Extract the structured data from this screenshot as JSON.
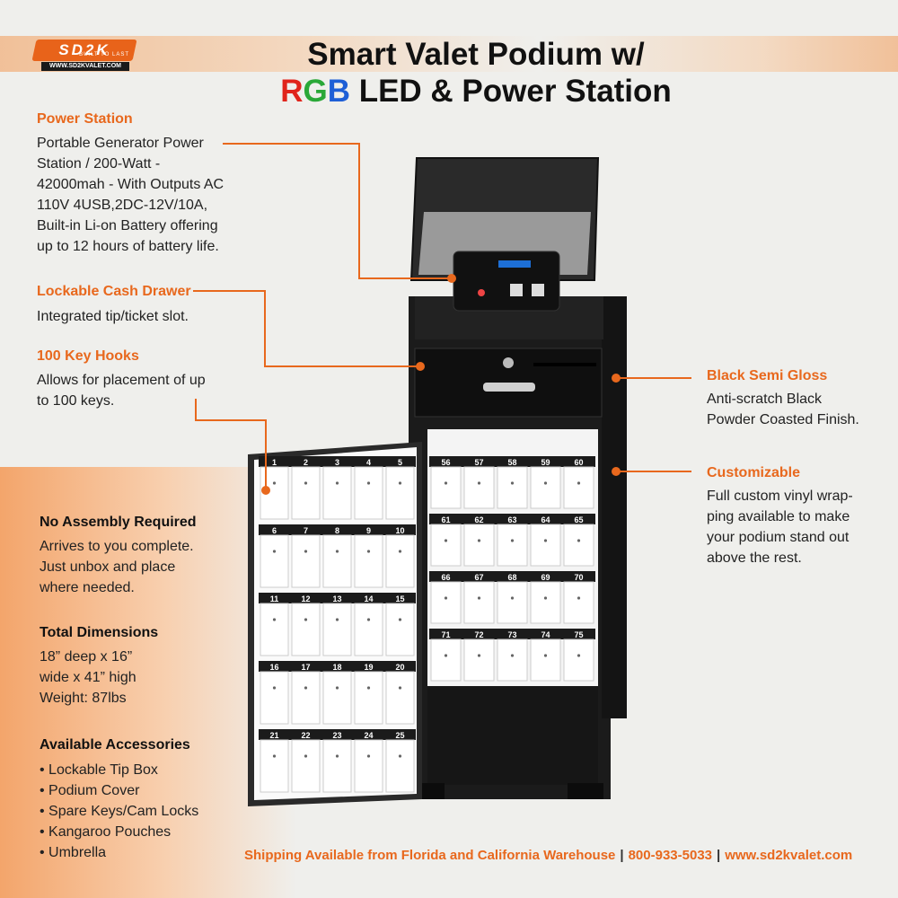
{
  "brand": {
    "logo_text": "SD2K",
    "logo_tagline": "BUILT TO LAST",
    "logo_url": "WWW.SD2KVALET.COM"
  },
  "title": {
    "line1": "Smart Valet Podium w/",
    "rgb_r": "R",
    "rgb_g": "G",
    "rgb_b": "B",
    "line2_rest": " LED & Power Station"
  },
  "features_left": [
    {
      "heading": "Power Station",
      "lines": [
        "Portable Generator Power",
        "Station / 200-Watt -",
        "42000mah - With Outputs AC",
        "110V 4USB,2DC-12V/10A,",
        "Built-in Li-on Battery offering",
        "up to 12 hours of battery life."
      ]
    },
    {
      "heading": "Lockable Cash Drawer",
      "lines": [
        "Integrated tip/ticket slot."
      ]
    },
    {
      "heading": "100 Key Hooks",
      "lines": [
        "Allows for placement of up",
        "to 100 keys."
      ]
    }
  ],
  "features_right": [
    {
      "heading": "Black Semi Gloss",
      "lines": [
        "Anti-scratch Black",
        "Powder Coasted Finish."
      ]
    },
    {
      "heading": "Customizable",
      "lines": [
        "Full custom vinyl wrap-",
        "ping available to make",
        "your podium stand out",
        "above the rest."
      ]
    }
  ],
  "info_blocks": [
    {
      "heading": "No Assembly Required",
      "lines": [
        "Arrives to you complete.",
        "Just unbox and place",
        "where needed."
      ]
    },
    {
      "heading": "Total Dimensions",
      "lines": [
        "18” deep x 16”",
        "wide x 41” high",
        "Weight: 87lbs"
      ]
    }
  ],
  "accessories": {
    "heading": "Available Accessories",
    "items": [
      "Lockable Tip Box",
      "Podium Cover",
      "Spare Keys/Cam Locks",
      "Kangaroo Pouches",
      "Umbrella"
    ]
  },
  "footer": {
    "shipping": "Shipping Available from Florida and California Warehouse",
    "phone": "800-933-5033",
    "website": "www.sd2kvalet.com",
    "separator": "|"
  },
  "key_panel": {
    "door_numbers": [
      [
        "1",
        "2",
        "3",
        "4",
        "5"
      ],
      [
        "6",
        "7",
        "8",
        "9",
        "10"
      ],
      [
        "11",
        "12",
        "13",
        "14",
        "15"
      ],
      [
        "16",
        "17",
        "18",
        "19",
        "20"
      ],
      [
        "21",
        "22",
        "23",
        "24",
        "25"
      ]
    ],
    "cabinet_numbers": [
      [
        "56",
        "57",
        "58",
        "59",
        "60"
      ],
      [
        "61",
        "62",
        "63",
        "64",
        "65"
      ],
      [
        "66",
        "67",
        "68",
        "69",
        "70"
      ],
      [
        "71",
        "72",
        "73",
        "74",
        "75"
      ]
    ]
  },
  "colors": {
    "accent_orange": "#e8681d",
    "text_dark": "#111111",
    "podium_black": "#1b1b1b"
  }
}
